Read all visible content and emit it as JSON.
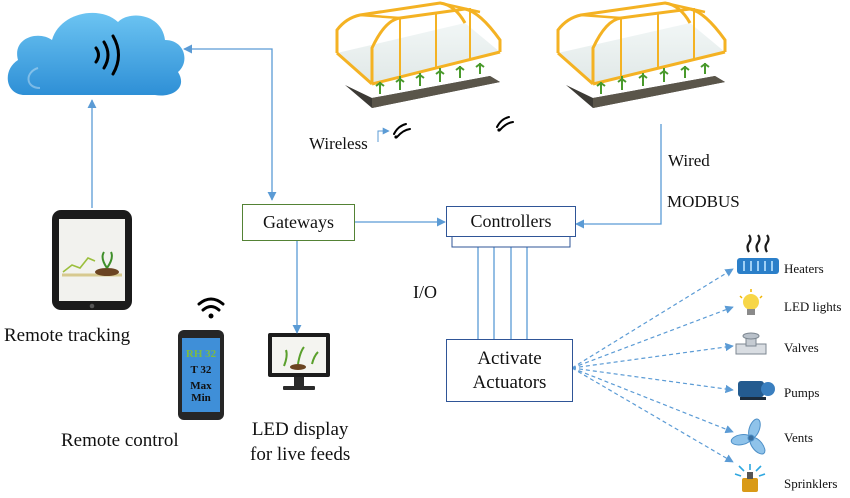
{
  "labels": {
    "wireless": "Wireless",
    "wired": "Wired",
    "modbus": "MODBUS",
    "gateways": "Gateways",
    "controllers": "Controllers",
    "io": "I/O",
    "activate_line1": "Activate",
    "activate_line2": "Actuators",
    "remote_tracking": "Remote tracking",
    "remote_control": "Remote control",
    "led_display_line1": "LED display",
    "led_display_line2": "for live feeds"
  },
  "phone": {
    "rh": "RH 32",
    "t": "T 32",
    "max": "Max",
    "min": "Min"
  },
  "actuators": [
    {
      "label": "Heaters",
      "icon": "heater-icon"
    },
    {
      "label": "LED lights",
      "icon": "light-bulb-icon"
    },
    {
      "label": "Valves",
      "icon": "valve-icon"
    },
    {
      "label": "Pumps",
      "icon": "pump-icon"
    },
    {
      "label": "Vents",
      "icon": "fan-icon"
    },
    {
      "label": "Sprinklers",
      "icon": "sprinkler-icon"
    }
  ],
  "colors": {
    "arrow": "#5b9bd5",
    "gateway_border": "#548235",
    "controller_border": "#2f5597",
    "cloud": "#4aa8e0",
    "greenhouse_frame": "#f4b223",
    "phone_screen": "#3f8fd8"
  }
}
